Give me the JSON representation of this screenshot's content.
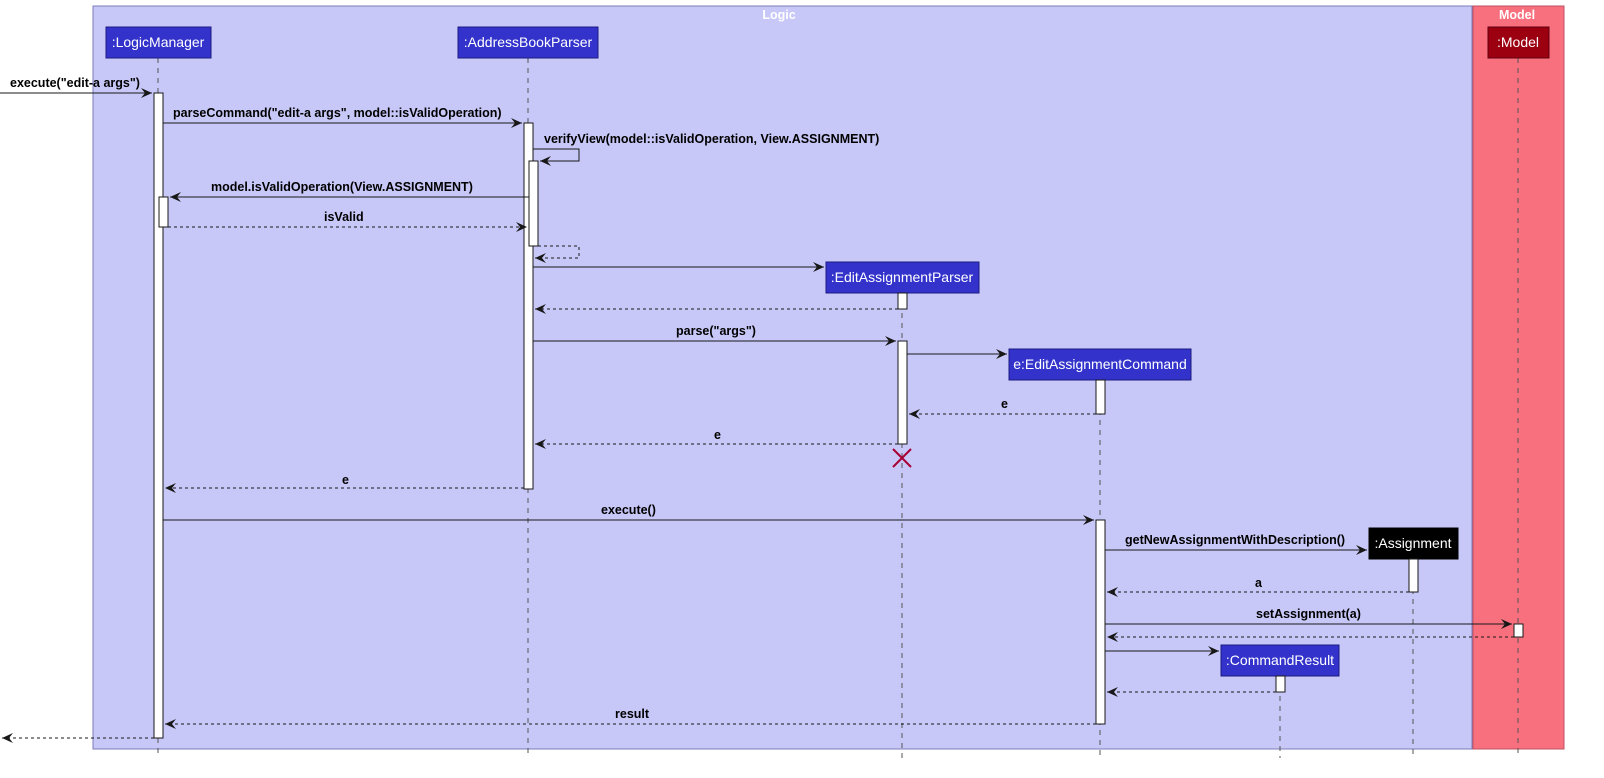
{
  "groups": {
    "logic": {
      "title": "Logic"
    },
    "model": {
      "title": "Model"
    }
  },
  "participants": {
    "logic_manager": ":LogicManager",
    "address_book_parser": ":AddressBookParser",
    "edit_assignment_parser": ":EditAssignmentParser",
    "edit_assignment_command": "e:EditAssignmentCommand",
    "assignment": ":Assignment",
    "command_result": ":CommandResult",
    "model": ":Model"
  },
  "messages": {
    "execute_input": "execute(\"edit-a args\")",
    "parse_command": "parseCommand(\"edit-a args\", model::isValidOperation)",
    "verify_view": "verifyView(model::isValidOperation, View.ASSIGNMENT)",
    "is_valid_operation": "model.isValidOperation(View.ASSIGNMENT)",
    "is_valid_return": "isValid",
    "parse_args": "parse(\"args\")",
    "return_e_command": "e",
    "return_e_parser": "e",
    "return_e_logic": "e",
    "execute_call": "execute()",
    "get_new_assignment": "getNewAssignmentWithDescription()",
    "return_a": "a",
    "set_assignment": "setAssignment(a)",
    "return_result": "result"
  },
  "colors": {
    "logic_bg": "#c8c8f8",
    "model_bg": "#f8707e",
    "participant_blue": "#3333cc",
    "participant_black": "#000000",
    "participant_model": "#9c0010",
    "destroy_mark": "#a80036"
  }
}
